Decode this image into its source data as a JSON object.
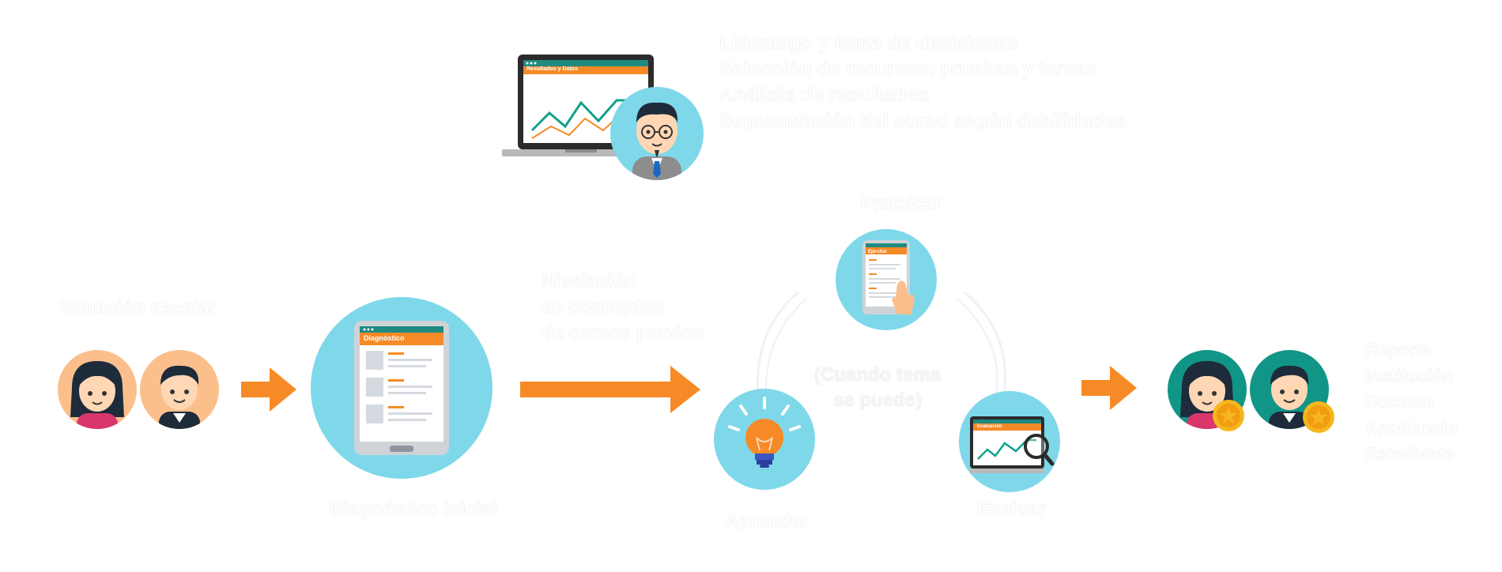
{
  "colors": {
    "orange": "#f68a26",
    "light_blue": "#7fd8ea",
    "teal": "#119586",
    "skin": "#ffd7b4",
    "peach_bg": "#fbbf8c"
  },
  "report": {
    "lines": [
      "Liderazgo y toma de decisiones",
      "Selección de recursos, pruebas y tareas",
      "Análisis de resultados",
      "Segmentación del curso según debilidades"
    ],
    "screen_title": "Resultados y Datos"
  },
  "flow": {
    "start_label": "Situación escolar",
    "diagnostic_label": "Diagnóstico inicial",
    "diagnostic_screen_title": "Diagnóstico",
    "remediation_lines": [
      "Nivelación",
      "de conceptos",
      "de cursos previos"
    ],
    "cycle": {
      "top_label": "Practicar",
      "top_screen_title": "Ejercitar",
      "center_lines": [
        "(Cuando tema",
        "se puede)"
      ],
      "left_label": "Aprender",
      "right_label": "Evaluar",
      "right_screen_title": "Evaluación"
    },
    "end_lines": [
      "Reporte",
      "Institución",
      "Docente",
      "Apoderado",
      "Estudiante"
    ]
  }
}
